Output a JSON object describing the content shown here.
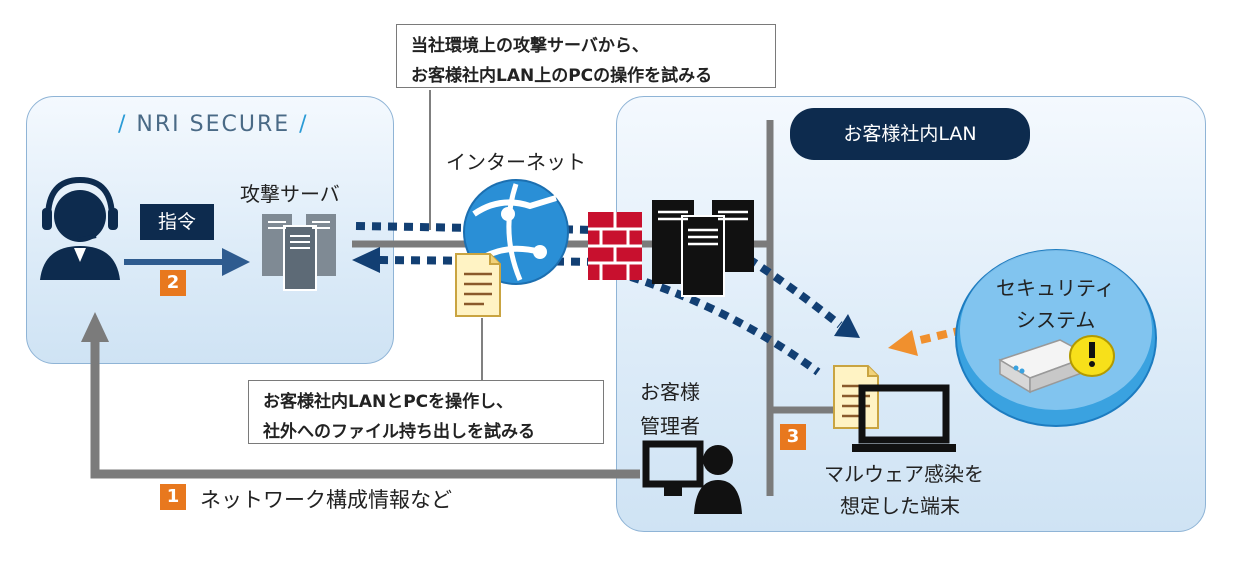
{
  "left_panel": {
    "logo_text": "NRI SECURE"
  },
  "right_panel": {
    "title": "お客様社内LAN"
  },
  "callout_top": {
    "line1": "当社環境上の攻撃サーバから、",
    "line2": "お客様社内LAN上のPCの操作を試みる"
  },
  "callout_mid": {
    "line1": "お客様社内LANとPCを操作し、",
    "line2": "社外へのファイル持ち出しを試みる"
  },
  "labels": {
    "attack_server": "攻撃サーバ",
    "command": "指令",
    "internet": "インターネット",
    "security_line1": "セキュリティ",
    "security_line2": "システム",
    "admin_line1": "お客様",
    "admin_line2": "管理者",
    "terminal_line1": "マルウェア感染を",
    "terminal_line2": "想定した端末",
    "network_info": "ネットワーク構成情報など"
  },
  "steps": [
    "1",
    "2",
    "3"
  ],
  "colors": {
    "accent_orange": "#e8781e",
    "navy": "#0d2b4e",
    "dotted_blue": "#123f73",
    "firewall_red": "#c8102e",
    "globe_blue": "#2a8fd6"
  }
}
